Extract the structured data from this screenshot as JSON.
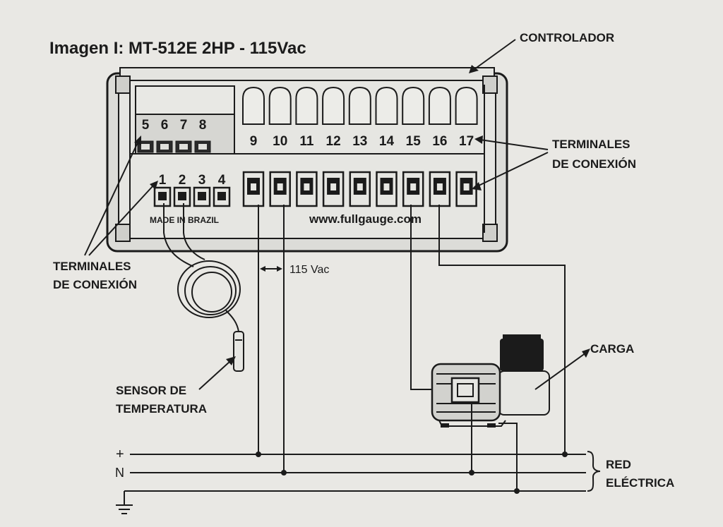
{
  "title": "Imagen I: MT-512E 2HP - 115Vac",
  "labels": {
    "controlador": "CONTROLADOR",
    "terminales_right_1": "TERMINALES",
    "terminales_right_2": "DE CONEXIÓN",
    "terminales_left_1": "TERMINALES",
    "terminales_left_2": "DE CONEXIÓN",
    "sensor_1": "SENSOR DE",
    "sensor_2": "TEMPERATURA",
    "carga": "CARGA",
    "red_1": "RED",
    "red_2": "ELÉCTRICA",
    "voltage": "115 Vac",
    "made_in": "MADE IN BRAZIL",
    "url": "www.fullgauge.com"
  },
  "terminals": {
    "top_left": [
      "5",
      "6",
      "7",
      "8"
    ],
    "bottom_left": [
      "1",
      "2",
      "3",
      "4"
    ],
    "right": [
      "9",
      "10",
      "11",
      "12",
      "13",
      "14",
      "15",
      "16",
      "17"
    ]
  },
  "power_lines": {
    "plus": "+",
    "neutral": "N"
  },
  "icons": [
    "ground-icon",
    "motor-icon",
    "sensor-probe-icon"
  ]
}
